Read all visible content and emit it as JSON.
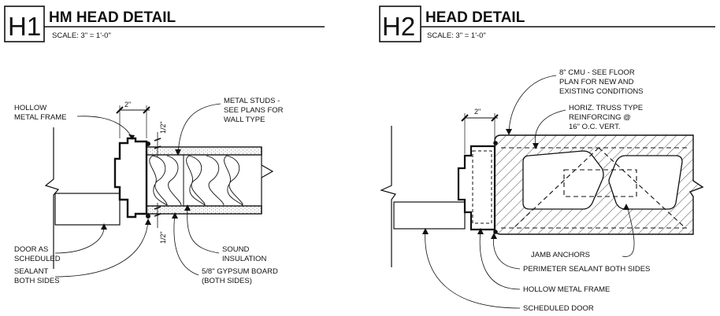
{
  "details": [
    {
      "id": "H1",
      "title": "HM HEAD DETAIL",
      "scale": "SCALE:  3\" = 1'-0\"",
      "labels": {
        "frame": [
          "HOLLOW",
          "METAL FRAME"
        ],
        "studs": [
          "METAL STUDS -",
          "SEE PLANS FOR",
          "WALL TYPE"
        ],
        "door": [
          "DOOR AS",
          "SCHEDULED"
        ],
        "sealant": [
          "SEALANT",
          "BOTH SIDES"
        ],
        "insulation": [
          "SOUND",
          "INSULATION"
        ],
        "gypsum": [
          "5/8\" GYPSUM BOARD",
          "(BOTH SIDES)"
        ]
      },
      "dims": {
        "frame_width": "2\"",
        "top_gap": "1/2\"",
        "bottom_gap": "1/2\""
      }
    },
    {
      "id": "H2",
      "title": "HEAD DETAIL",
      "scale": "SCALE:  3\" = 1'-0\"",
      "labels": {
        "cmu": [
          "8\" CMU - SEE FLOOR",
          "PLAN FOR NEW AND",
          "EXISTING CONDITIONS"
        ],
        "truss": [
          "HORIZ. TRUSS TYPE",
          "REINFORCING @",
          "16\" O.C. VERT."
        ],
        "anchors": "JAMB ANCHORS",
        "perimeter": "PERIMETER SEALANT BOTH SIDES",
        "frame": "HOLLOW METAL FRAME",
        "door": "SCHEDULED DOOR"
      },
      "dims": {
        "frame_width": "2\""
      }
    }
  ]
}
